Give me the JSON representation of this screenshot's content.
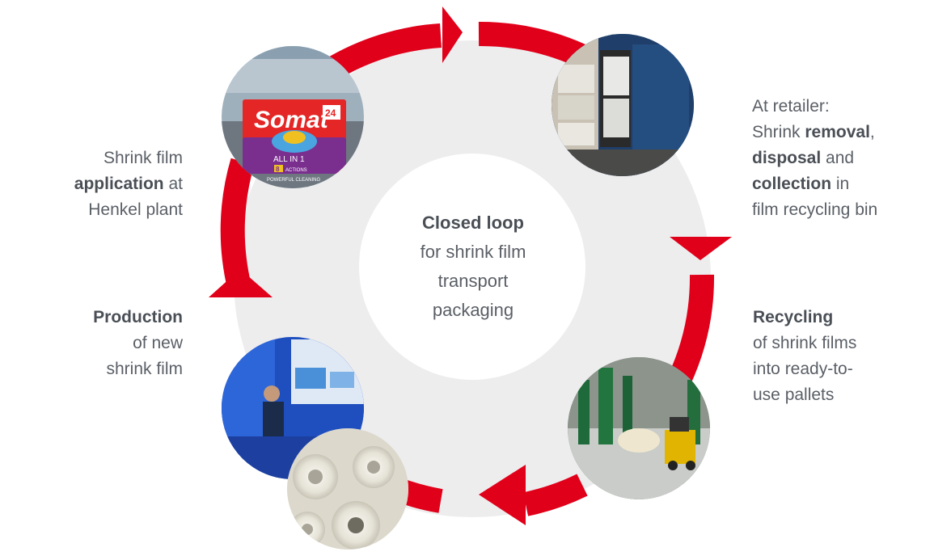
{
  "center": {
    "title": "Closed loop",
    "line1": "for shrink film",
    "line2": "transport",
    "line3": "packaging"
  },
  "steps": {
    "application": {
      "l1": "Shrink film",
      "l2_bold": "application",
      "l2_rest": " at",
      "l3": "Henkel plant"
    },
    "retailer": {
      "l1": "At retailer:",
      "l2_pre": "Shrink ",
      "l2_bold": "removal",
      "l2_post": ",",
      "l3_bold": "disposal",
      "l3_rest": " and",
      "l4_bold": "collection",
      "l4_rest": " in",
      "l5": "film recycling bin"
    },
    "recycling": {
      "l1_bold": "Recycling",
      "l2": "of shrink films",
      "l3": "into ready-to-",
      "l4": "use pallets"
    },
    "production": {
      "l1_bold": "Production",
      "l2": "of new",
      "l3": "shrink film"
    }
  },
  "product": {
    "brand": "Somat",
    "count": "24",
    "variant": "ALL IN 1",
    "actions": "8",
    "actions_label": "ACTIONS",
    "claim": "POWERFUL CLEANING"
  },
  "colors": {
    "arrow": "#e1001a",
    "disc": "#ededee",
    "text": "#5a5f66"
  }
}
